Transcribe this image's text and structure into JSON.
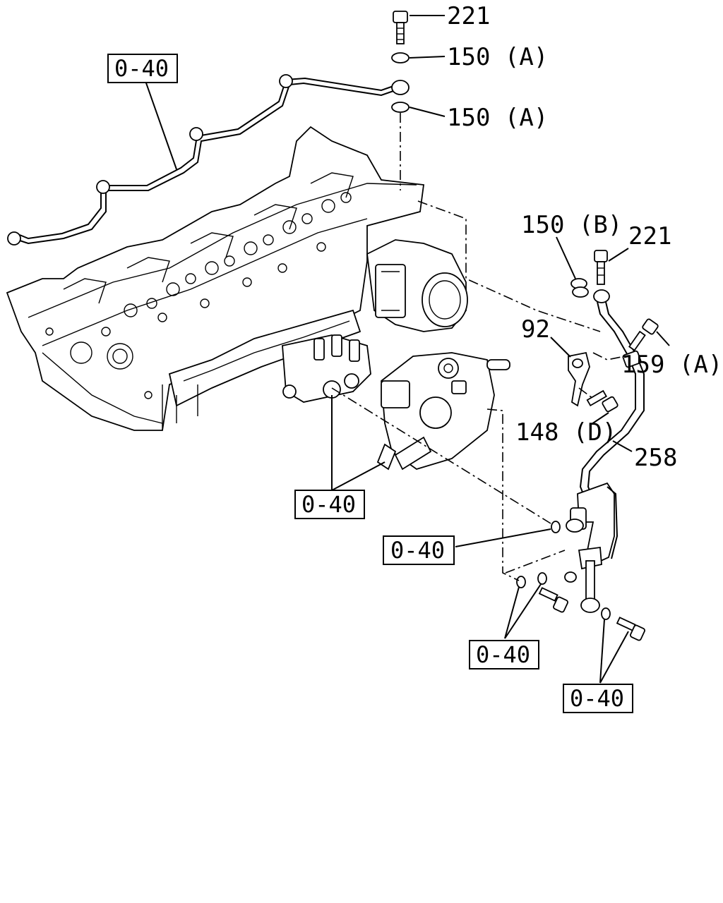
{
  "labels": {
    "bolt_top": "221",
    "washer_upper": "150 (A)",
    "washer_lower": "150 (A)",
    "washer_b": "150 (B)",
    "bolt_right": "221",
    "clip": "92",
    "bolt_159a": "159 (A)",
    "bolt_148d": "148 (D)",
    "pipe": "258"
  },
  "refs": {
    "top_left": "0-40",
    "pump_left": "0-40",
    "mid": "0-40",
    "lower_mid": "0-40",
    "lower_right": "0-40"
  }
}
